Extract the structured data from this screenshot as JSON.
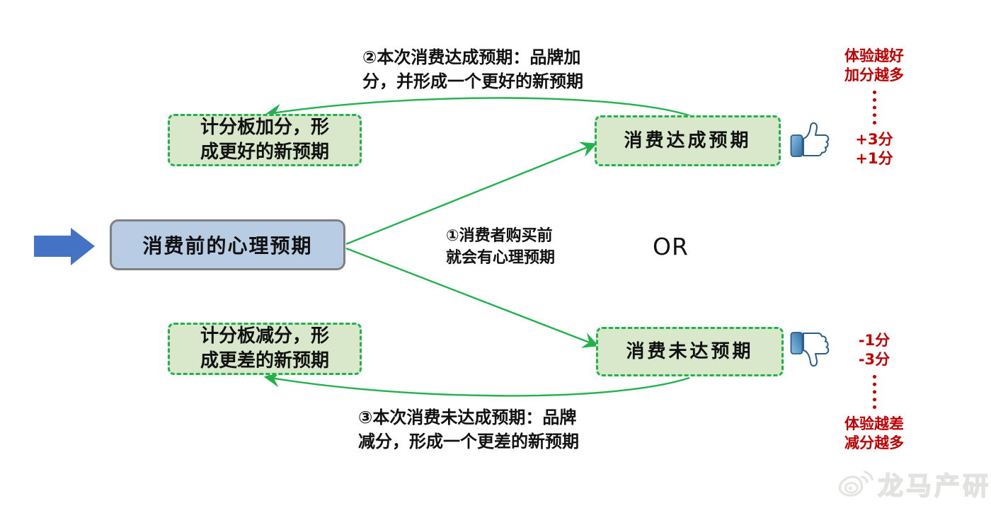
{
  "colors": {
    "green": "#22b14c",
    "green_fill": "#d9e8cb",
    "blue_fill": "#b8cce4",
    "blue_arrow": "#4472c4",
    "red": "#c00000",
    "gray_border": "#808080"
  },
  "nodes": {
    "pre_expectation": "消费前的心理预期",
    "scoreboard_plus": "计分板加分，形\n成更好的新预期",
    "scoreboard_minus": "计分板减分，形\n成更差的新预期",
    "met_expectation": "消费达成预期",
    "unmet_expectation": "消费未达预期"
  },
  "annotations": {
    "step1": "①消费者购买前\n就会有心理预期",
    "step2": "②本次消费达成预期：品牌加\n分，并形成一个更好的新预期",
    "step3": "③本次消费未达成预期：品牌\n减分，形成一个更差的新预期",
    "or": "OR"
  },
  "score_scale_top": {
    "caption_line1": "体验越好",
    "caption_line2": "加分越多",
    "score_high": "+3分",
    "score_low": "+1分"
  },
  "score_scale_bottom": {
    "score_low": "-1分",
    "score_high": "-3分",
    "caption_line1": "体验越差",
    "caption_line2": "减分越多"
  },
  "icons": {
    "thumbs_up": "thumbs-up-icon",
    "thumbs_down": "thumbs-down-icon",
    "entry_arrow": "blue-entry-arrow",
    "weibo": "weibo-logo-icon"
  },
  "watermark": {
    "text": "龙马产研"
  }
}
